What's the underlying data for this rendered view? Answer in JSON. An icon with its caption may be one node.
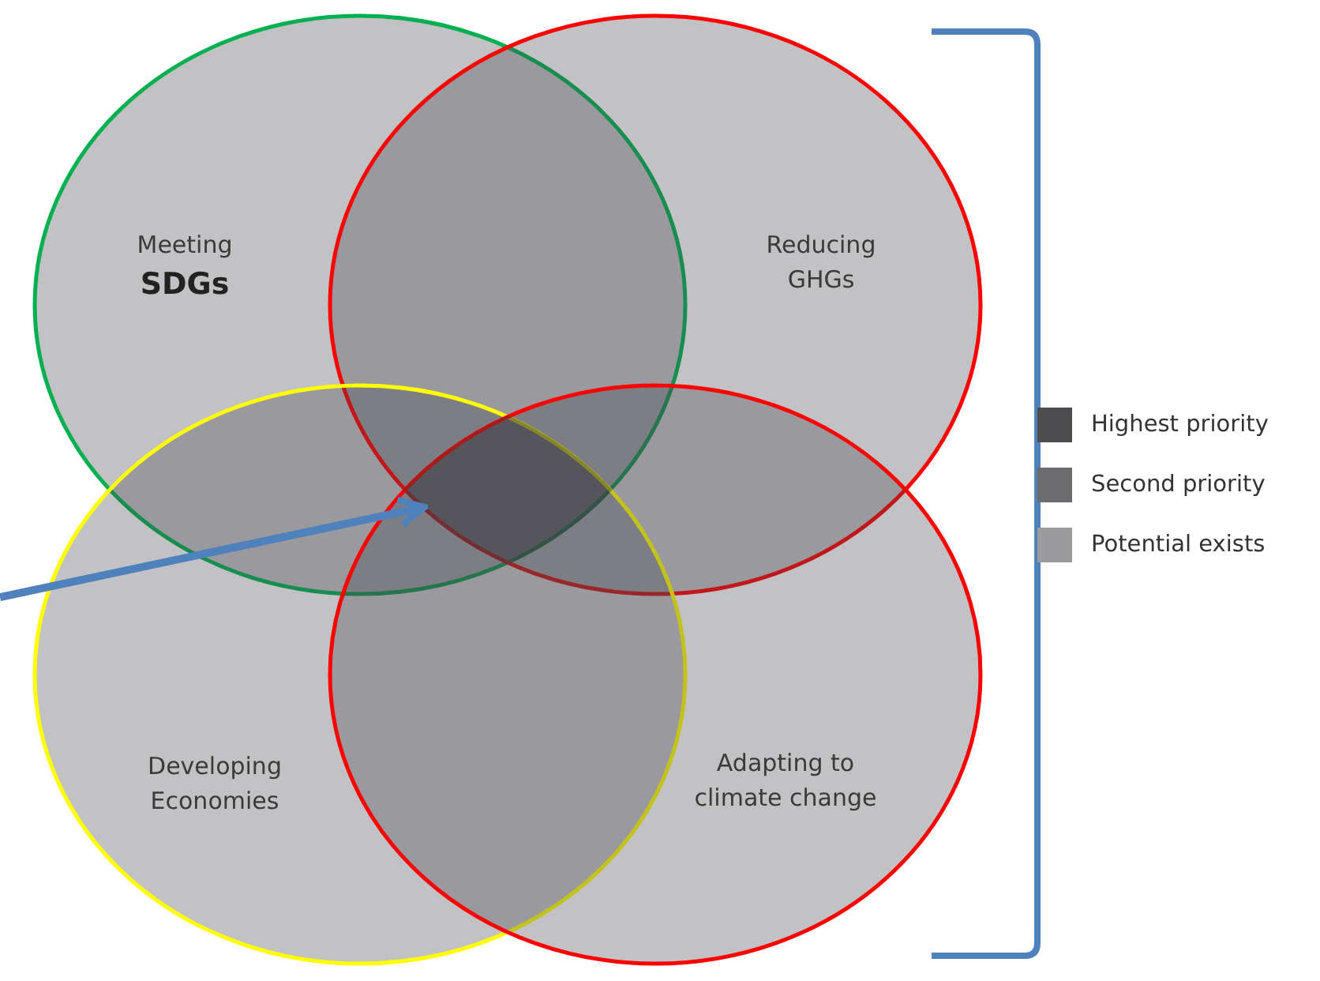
{
  "diagram": {
    "nodes": [
      {
        "text": [
          "Meeting **SDGs**"
        ]
      },
      {
        "text": [
          "Reducing GHGs"
        ]
      },
      {
        "text": [
          "Developing Economies"
        ]
      },
      {
        "text": [
          "Adapting to climate change"
        ]
      },
      {
        "text": [],
        "shape": "region"
      }
    ],
    "edges": [
      {
        "from": null,
        "to": 4,
        "arrow": "to"
      }
    ],
    "legend": [
      {
        "text": "Highest priority",
        "color": "#4d4d4f"
      },
      {
        "text": "Second priority",
        "color": "#6c6c6f"
      },
      {
        "text": "Potential exists",
        "color": "#9b9b9e"
      }
    ]
  }
}
